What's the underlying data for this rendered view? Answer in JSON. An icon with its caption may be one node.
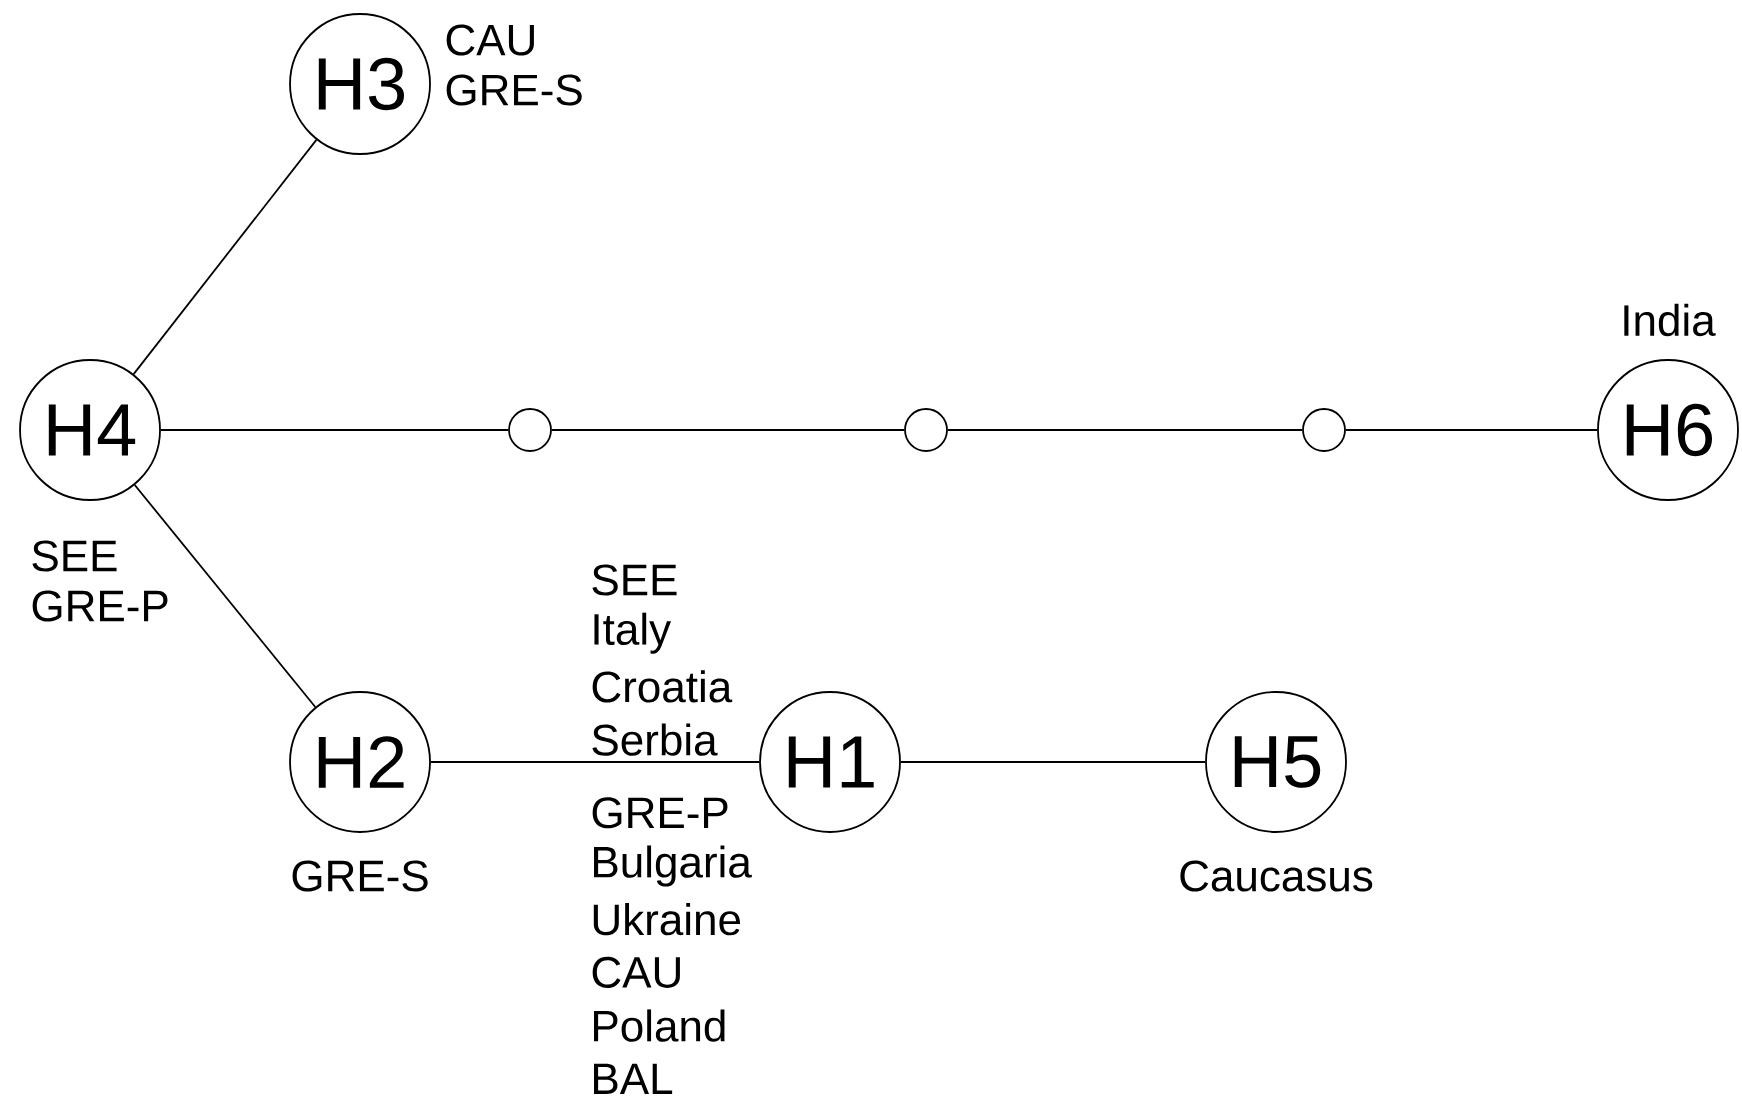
{
  "diagram": {
    "nodes": [
      {
        "text": [
          "H3"
        ],
        "beside": [
          "CAU",
          "GRE-S"
        ]
      },
      {
        "text": [
          "H4"
        ],
        "beside": [
          "SEE",
          "GRE-P"
        ]
      },
      {
        "text": [],
        "shape": "circle"
      },
      {
        "text": [],
        "shape": "circle"
      },
      {
        "text": [],
        "shape": "circle"
      },
      {
        "text": [
          "H6"
        ],
        "beside": [
          "India"
        ]
      },
      {
        "text": [
          "H2"
        ],
        "beside": [
          "GRE-S"
        ]
      },
      {
        "text": [
          "H1"
        ],
        "beside": [
          "SEE",
          "Italy",
          "Croatia",
          "Serbia",
          "GRE-P",
          "Bulgaria",
          "Ukraine",
          "CAU",
          "Poland",
          "BAL"
        ]
      },
      {
        "text": [
          "H5"
        ],
        "beside": [
          "Caucasus"
        ]
      }
    ],
    "edges": [
      {
        "from": 1,
        "to": 0,
        "arrow": "none"
      },
      {
        "from": 1,
        "to": 2,
        "arrow": "none"
      },
      {
        "from": 2,
        "to": 3,
        "arrow": "none"
      },
      {
        "from": 3,
        "to": 4,
        "arrow": "none"
      },
      {
        "from": 4,
        "to": 5,
        "arrow": "none"
      },
      {
        "from": 1,
        "to": 6,
        "arrow": "none"
      },
      {
        "from": 6,
        "to": 7,
        "arrow": "none"
      },
      {
        "from": 7,
        "to": 8,
        "arrow": "none"
      }
    ]
  }
}
